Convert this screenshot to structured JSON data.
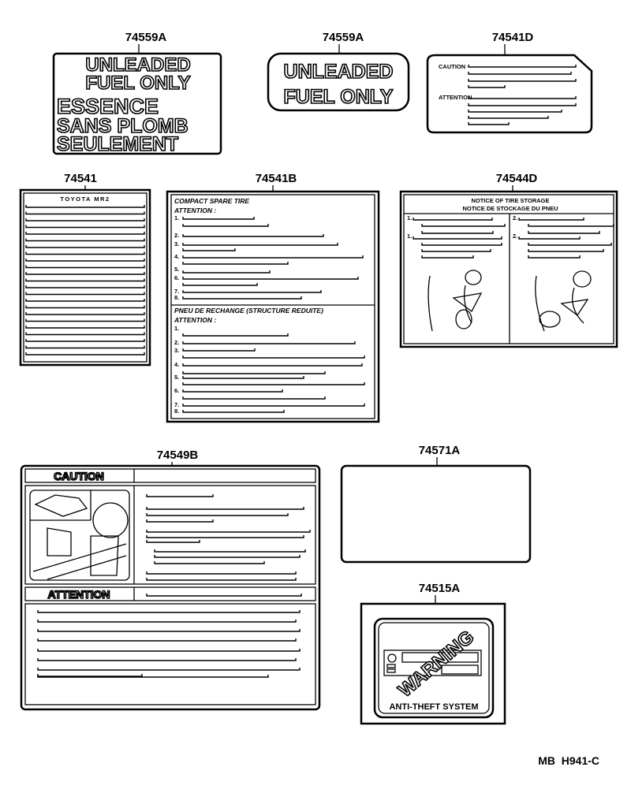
{
  "parts": [
    {
      "part_number": "74559A",
      "lines": [
        "UNLEADED",
        "FUEL ONLY",
        "ESSENCE",
        "SANS PLOMB",
        "SEULEMENT"
      ]
    },
    {
      "part_number": "74559A",
      "lines": [
        "UNLEADED",
        "FUEL ONLY"
      ]
    },
    {
      "part_number": "74541D",
      "headings": [
        "CAUTION",
        "ATTENTION"
      ]
    },
    {
      "part_number": "74541",
      "title": "TOYOTA MR2"
    },
    {
      "part_number": "74541B",
      "sections": [
        {
          "title": "COMPACT SPARE TIRE",
          "subtitle": "ATTENTION :",
          "numbers": [
            "1.",
            "2.",
            "3.",
            "4.",
            "5.",
            "6.",
            "7.",
            "8."
          ]
        },
        {
          "title": "PNEU DE RECHANGE (STRUCTURE REDUITE)",
          "subtitle": "ATTENTION :",
          "numbers": [
            "1.",
            "2.",
            "3.",
            "4.",
            "5.",
            "6.",
            "7.",
            "8."
          ]
        }
      ]
    },
    {
      "part_number": "74544D",
      "titles": [
        "NOTICE OF TIRE STORAGE",
        "NOTICE DE STOCKAGE DU PNEU"
      ],
      "numbers": [
        "1.",
        "1.",
        "2.",
        "2."
      ]
    },
    {
      "part_number": "74549B",
      "headings": [
        "CAUTION",
        "ATTENTION"
      ]
    },
    {
      "part_number": "74571A"
    },
    {
      "part_number": "74515A",
      "warning": "WARNING",
      "caption": "ANTI-THEFT SYSTEM"
    }
  ],
  "diagram_reference": "MB  H941-C"
}
